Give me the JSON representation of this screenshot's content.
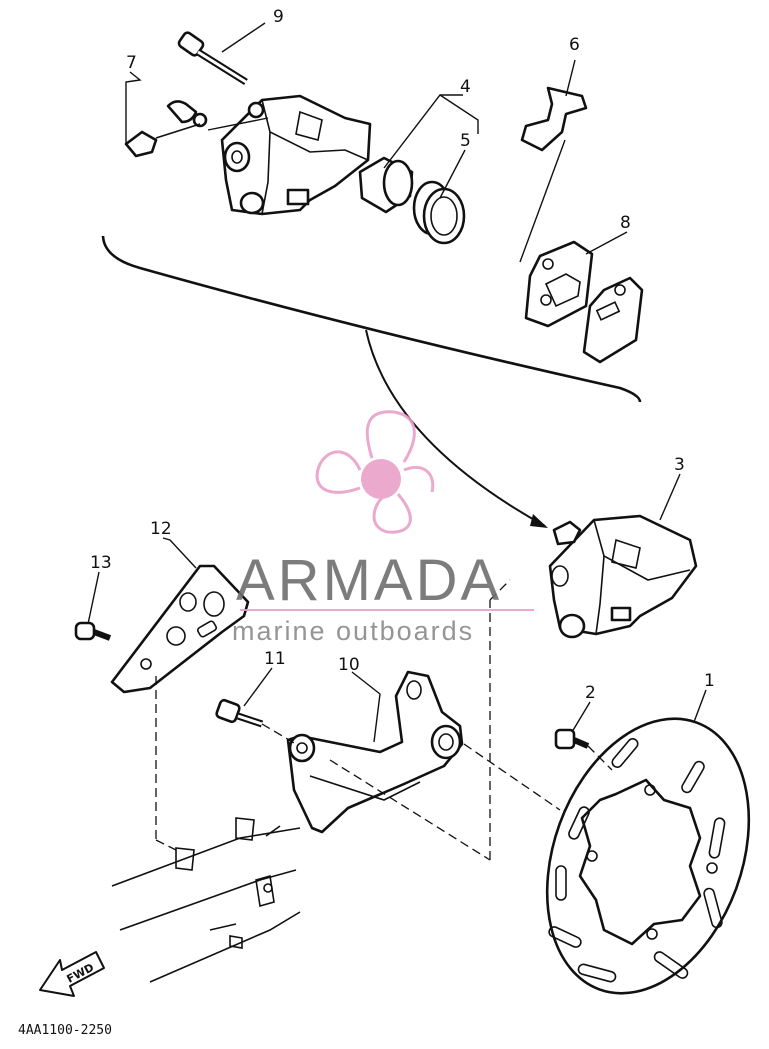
{
  "callouts": [
    "1",
    "2",
    "3",
    "4",
    "5",
    "6",
    "7",
    "8",
    "9",
    "10",
    "11",
    "12",
    "13"
  ],
  "diagram_code": "4AA1100-2250",
  "fwd_label": "FWD",
  "watermark": {
    "brand": "ARMADA",
    "tagline": "marine outboards",
    "brand_color": "#6e6e6e",
    "logo_color": "#e8a0c8"
  }
}
